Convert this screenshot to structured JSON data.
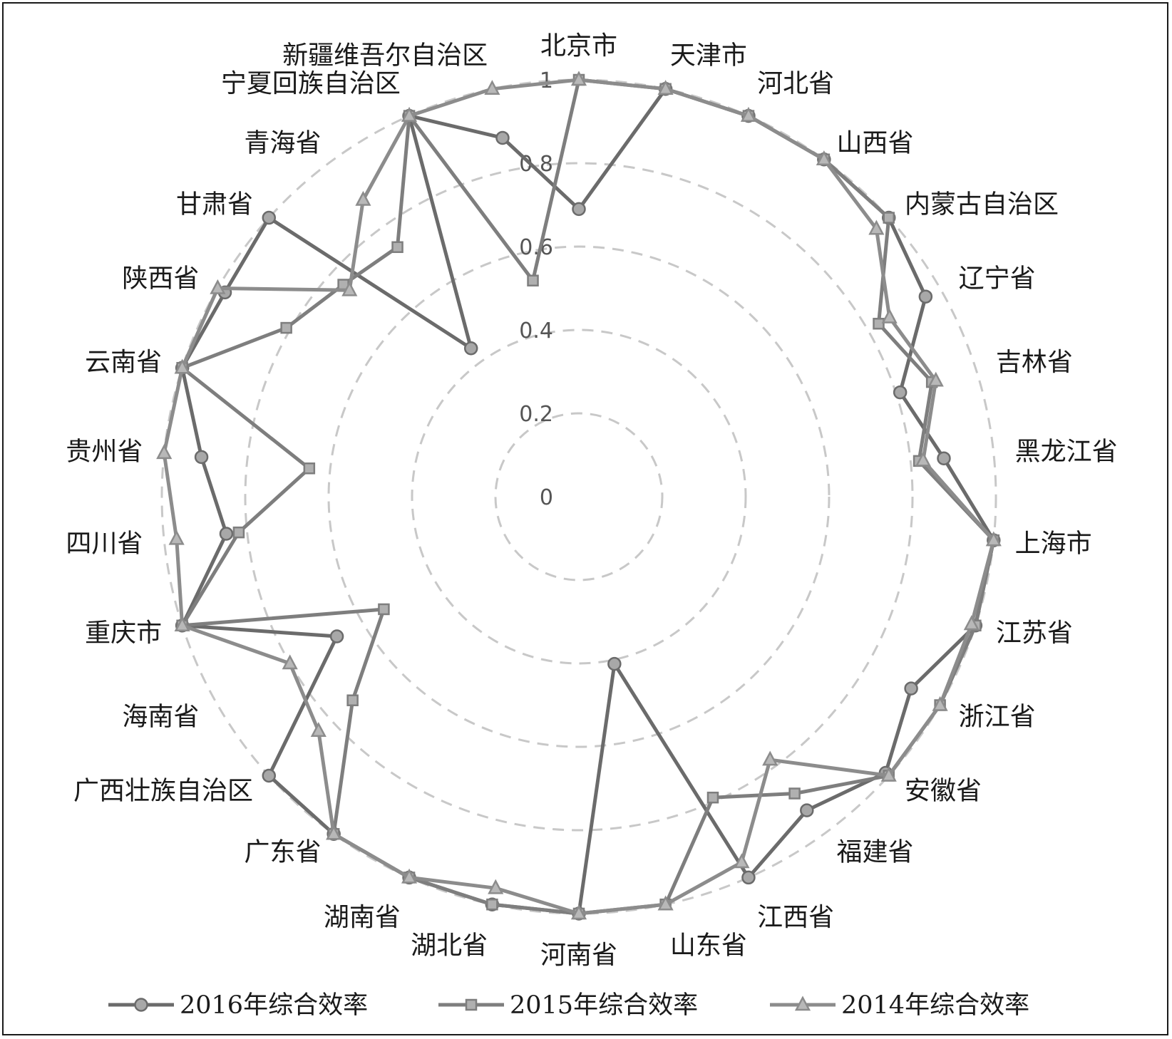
{
  "chart_data": {
    "type": "radar",
    "title": "",
    "categories": [
      "北京市",
      "天津市",
      "河北省",
      "山西省",
      "内蒙古自治区",
      "辽宁省",
      "吉林省",
      "黑龙江省",
      "上海市",
      "江苏省",
      "浙江省",
      "安徽省",
      "福建省",
      "江西省",
      "山东省",
      "河南省",
      "湖北省",
      "湖南省",
      "广东省",
      "广西壮族自治区",
      "海南省",
      "重庆市",
      "四川省",
      "贵州省",
      "云南省",
      "陕西省",
      "甘肃省",
      "青海省",
      "宁夏回族自治区",
      "新疆维吾尔自治区"
    ],
    "rlim": [
      0,
      1
    ],
    "ticks": [
      0,
      0.2,
      0.4,
      0.6,
      0.8,
      1
    ],
    "tick_labels": [
      "0",
      "0.2",
      "0.4",
      "0.6",
      "0.8",
      "1"
    ],
    "grid": true,
    "legend_position": "bottom",
    "series": [
      {
        "name": "2016年综合效率",
        "marker": "circle",
        "color": "#6b6b6b",
        "values": [
          0.69,
          1,
          1,
          1,
          1,
          0.96,
          0.81,
          0.88,
          1,
          1,
          0.92,
          0.99,
          0.93,
          1,
          0.41,
          1,
          1,
          1,
          1,
          1,
          0.67,
          1,
          0.85,
          0.91,
          1,
          0.98,
          1,
          0.44,
          1,
          0.88
        ]
      },
      {
        "name": "2015年综合效率",
        "marker": "square",
        "color": "#7e7e7e",
        "values": [
          1,
          1,
          1,
          1,
          1,
          0.83,
          0.89,
          0.82,
          1,
          1,
          1,
          1,
          0.88,
          0.79,
          1,
          1,
          1,
          1,
          1,
          0.73,
          0.54,
          1,
          0.82,
          0.65,
          1,
          0.81,
          0.76,
          0.74,
          1,
          0.53
        ]
      },
      {
        "name": "2014年综合效率",
        "marker": "triangle",
        "color": "#8c8c8c",
        "values": [
          1,
          1,
          1,
          1,
          0.96,
          0.86,
          0.9,
          0.83,
          1,
          0.99,
          1,
          1,
          0.78,
          0.96,
          1,
          1,
          0.96,
          1,
          1,
          0.84,
          0.8,
          1,
          0.97,
          1,
          1,
          1,
          0.74,
          0.88,
          1,
          1
        ]
      }
    ]
  }
}
